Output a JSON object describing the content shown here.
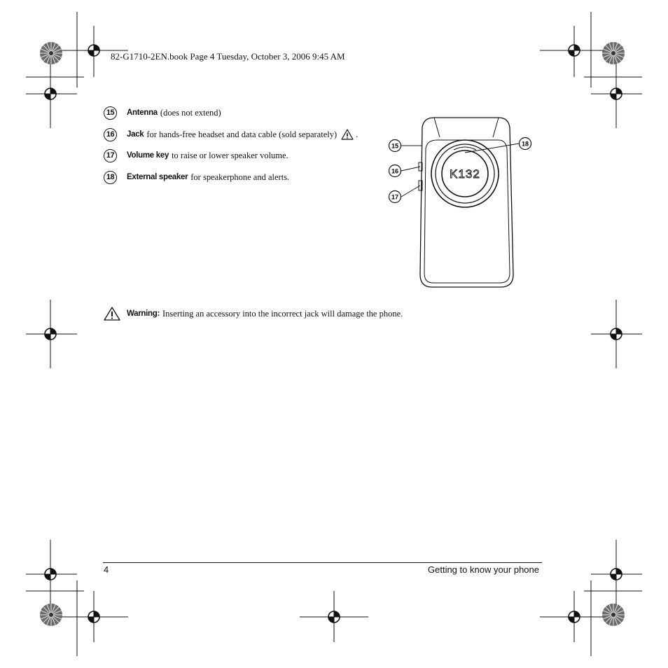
{
  "header": {
    "print_info": "82-G1710-2EN.book  Page 4  Tuesday, October 3, 2006  9:45 AM"
  },
  "items": [
    {
      "number": "15",
      "term": "Antenna",
      "description": "(does not extend)"
    },
    {
      "number": "16",
      "term": "Jack",
      "description": "for hands-free headset and data cable (sold separately)",
      "suffix": "."
    },
    {
      "number": "17",
      "term": "Volume key",
      "description": "to raise or lower speaker volume."
    },
    {
      "number": "18",
      "term": "External speaker",
      "description": "for speakerphone and alerts."
    }
  ],
  "figure": {
    "callouts": [
      "15",
      "16",
      "17",
      "18"
    ],
    "logo_text": "K132"
  },
  "warning": {
    "label": "Warning:",
    "text": "Inserting an accessory into the incorrect jack will damage the phone."
  },
  "footer": {
    "page_number": "4",
    "section_title": "Getting to know your phone"
  },
  "icons": [
    "registration-mark-icon",
    "color-wheel-icon",
    "warning-icon"
  ]
}
